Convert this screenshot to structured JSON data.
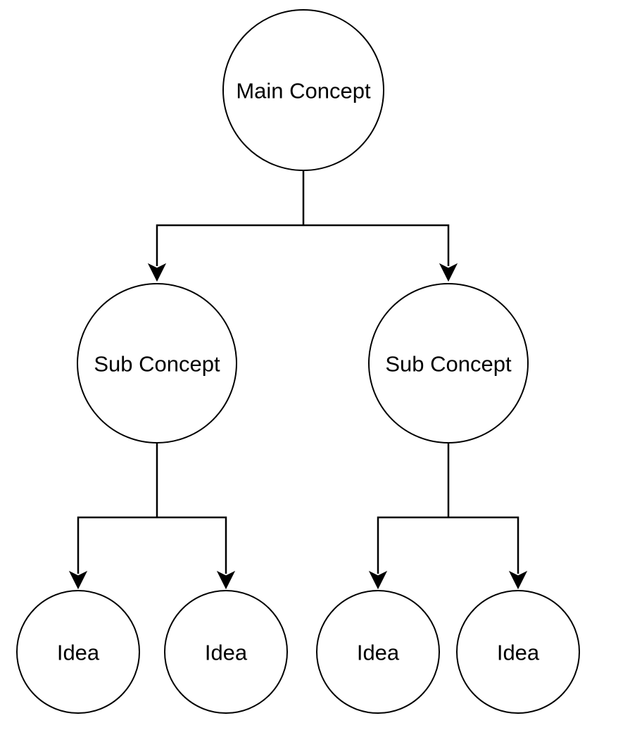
{
  "diagram": {
    "type": "tree",
    "nodes": [
      {
        "id": "main",
        "label": "Main Concept",
        "level": 0
      },
      {
        "id": "sub1",
        "label": "Sub Concept",
        "level": 1,
        "parent": "main"
      },
      {
        "id": "sub2",
        "label": "Sub Concept",
        "level": 1,
        "parent": "main"
      },
      {
        "id": "idea1",
        "label": "Idea",
        "level": 2,
        "parent": "sub1"
      },
      {
        "id": "idea2",
        "label": "Idea",
        "level": 2,
        "parent": "sub1"
      },
      {
        "id": "idea3",
        "label": "Idea",
        "level": 2,
        "parent": "sub2"
      },
      {
        "id": "idea4",
        "label": "Idea",
        "level": 2,
        "parent": "sub2"
      }
    ],
    "colors": {
      "stroke": "#000000",
      "fill": "#ffffff",
      "background": "#ffffff"
    }
  }
}
